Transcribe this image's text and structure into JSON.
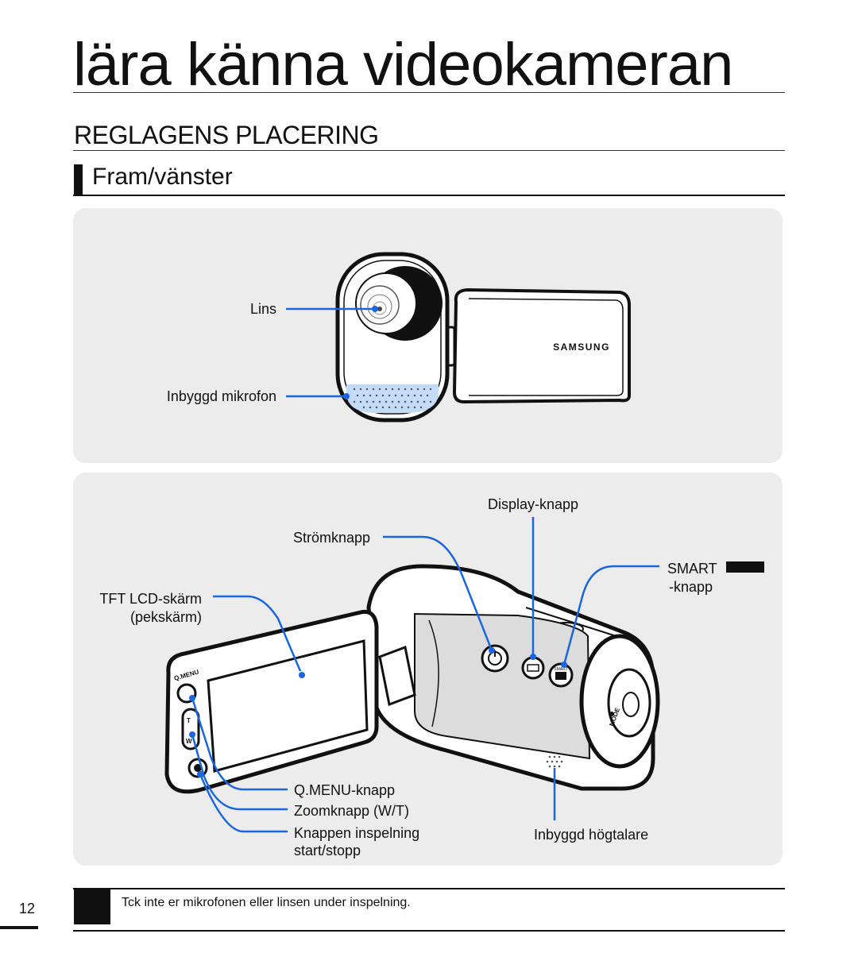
{
  "page": {
    "title": "lära känna videokameran",
    "section_title": "REGLAGENS PLACERING",
    "subsection_title": "Fram/vänster",
    "page_number": "12"
  },
  "top_panel": {
    "labels": {
      "lens": "Lins",
      "microphone": "Inbyggd mikrofon"
    },
    "brand_logo": "SAMSUNG"
  },
  "bottom_panel": {
    "labels": {
      "display_button": "Display-knapp",
      "power_button": "Strömknapp",
      "smart_line1": "SMART",
      "smart_line2": "-knapp",
      "tft_line1": "TFT LCD-skärm",
      "tft_line2": "(pekskärm)",
      "qmenu_button": "Q.MENU-knapp",
      "zoom_button": "Zoomknapp (W/T)",
      "record_line1": "Knappen inspelning",
      "record_line2": "start/stopp",
      "speaker": "Inbyggd högtalare"
    },
    "device_text": {
      "qmenu": "Q.MENU",
      "tele": "T",
      "wide": "W",
      "mode": "MODE",
      "smart": "SMART"
    }
  },
  "note": {
    "text": "Tck inte er mikrofonen eller linsen under inspelning."
  },
  "colors": {
    "callout_line": "#1a66e0",
    "panel_bg": "#ececec",
    "mic_highlight": "#c4dbf7"
  }
}
